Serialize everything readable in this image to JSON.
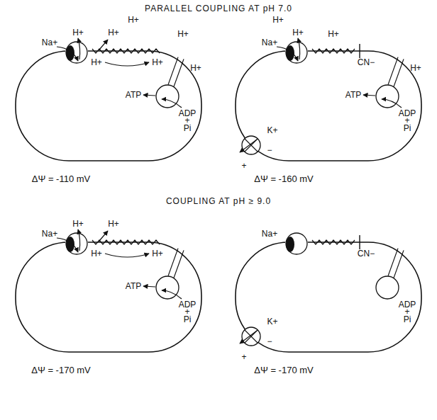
{
  "diagram": {
    "labels": [
      "PARALLEL COUPLING AT pH 7.0",
      "H+",
      "H+",
      "Na+",
      "H+",
      "H+",
      "H+",
      "H+",
      "H+",
      "ATP",
      "ADP",
      "+",
      "Pi",
      "ΔΨ = -110 mV",
      "H+",
      "H+",
      "Na+",
      "H+",
      "CN−",
      "H+",
      "ATP",
      "ADP",
      "+",
      "Pi",
      "K+",
      "−",
      "+",
      "ΔΨ = -160 mV",
      "COUPLING AT pH ≥ 9.0",
      "Na+",
      "H+",
      "H+",
      "H+",
      "H+",
      "ATP",
      "ADP",
      "+",
      "Pi",
      "ΔΨ = -170 mV",
      "Na+",
      "CN−",
      "ADP",
      "+",
      "Pi",
      "K+",
      "−",
      "+",
      "ΔΨ = -170 mV"
    ]
  }
}
